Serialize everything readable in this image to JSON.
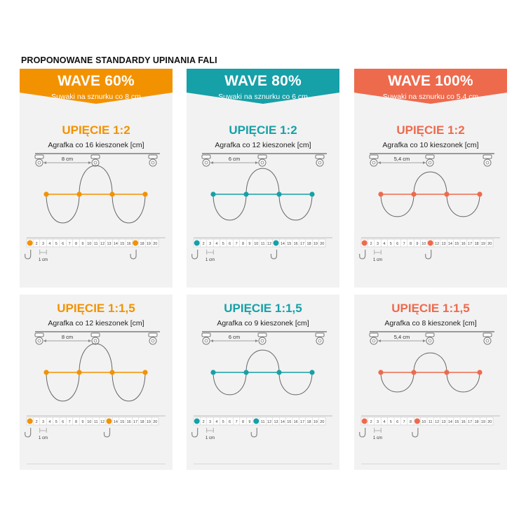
{
  "title": "PROPONOWANE STANDARDY UPINANIA FALI",
  "columns": [
    {
      "color": "#f39200",
      "wave": "WAVE 60%",
      "slider": "Suwaki na sznurku co 8 cm",
      "spacing": "8 cm",
      "sections": [
        {
          "title": "UPIĘCIE 1:2",
          "subtitle": "Agrafka co 16 kieszonek [cm]",
          "pocket_interval": 16
        },
        {
          "title": "UPIĘCIE 1:1,5",
          "subtitle": "Agrafka co 12 kieszonek [cm]",
          "pocket_interval": 12
        }
      ]
    },
    {
      "color": "#16a0a8",
      "wave": "WAVE 80%",
      "slider": "Suwaki na sznurku co 6 cm",
      "spacing": "6 cm",
      "sections": [
        {
          "title": "UPIĘCIE 1:2",
          "subtitle": "Agrafka co 12 kieszonek [cm]",
          "pocket_interval": 12
        },
        {
          "title": "UPIĘCIE 1:1,5",
          "subtitle": "Agrafka co 9 kieszonek [cm]",
          "pocket_interval": 9
        }
      ]
    },
    {
      "color": "#ee6a4d",
      "wave": "WAVE 100%",
      "slider": "Suwaki na sznurku co 5,4 cm",
      "spacing": "5,4 cm",
      "sections": [
        {
          "title": "UPIĘCIE 1:2",
          "subtitle": "Agrafka co 10 kieszonek [cm]",
          "pocket_interval": 10
        },
        {
          "title": "UPIĘCIE 1:1,5",
          "subtitle": "Agrafka co 8 kieszonek [cm]",
          "pocket_interval": 8
        }
      ]
    }
  ],
  "ruler_numbers": [
    "2",
    "3",
    "4",
    "5",
    "6",
    "7",
    "8",
    "9",
    "10",
    "11",
    "12",
    "13",
    "14",
    "15",
    "16",
    "17",
    "18",
    "19",
    "20"
  ],
  "cm_label": "1 cm"
}
